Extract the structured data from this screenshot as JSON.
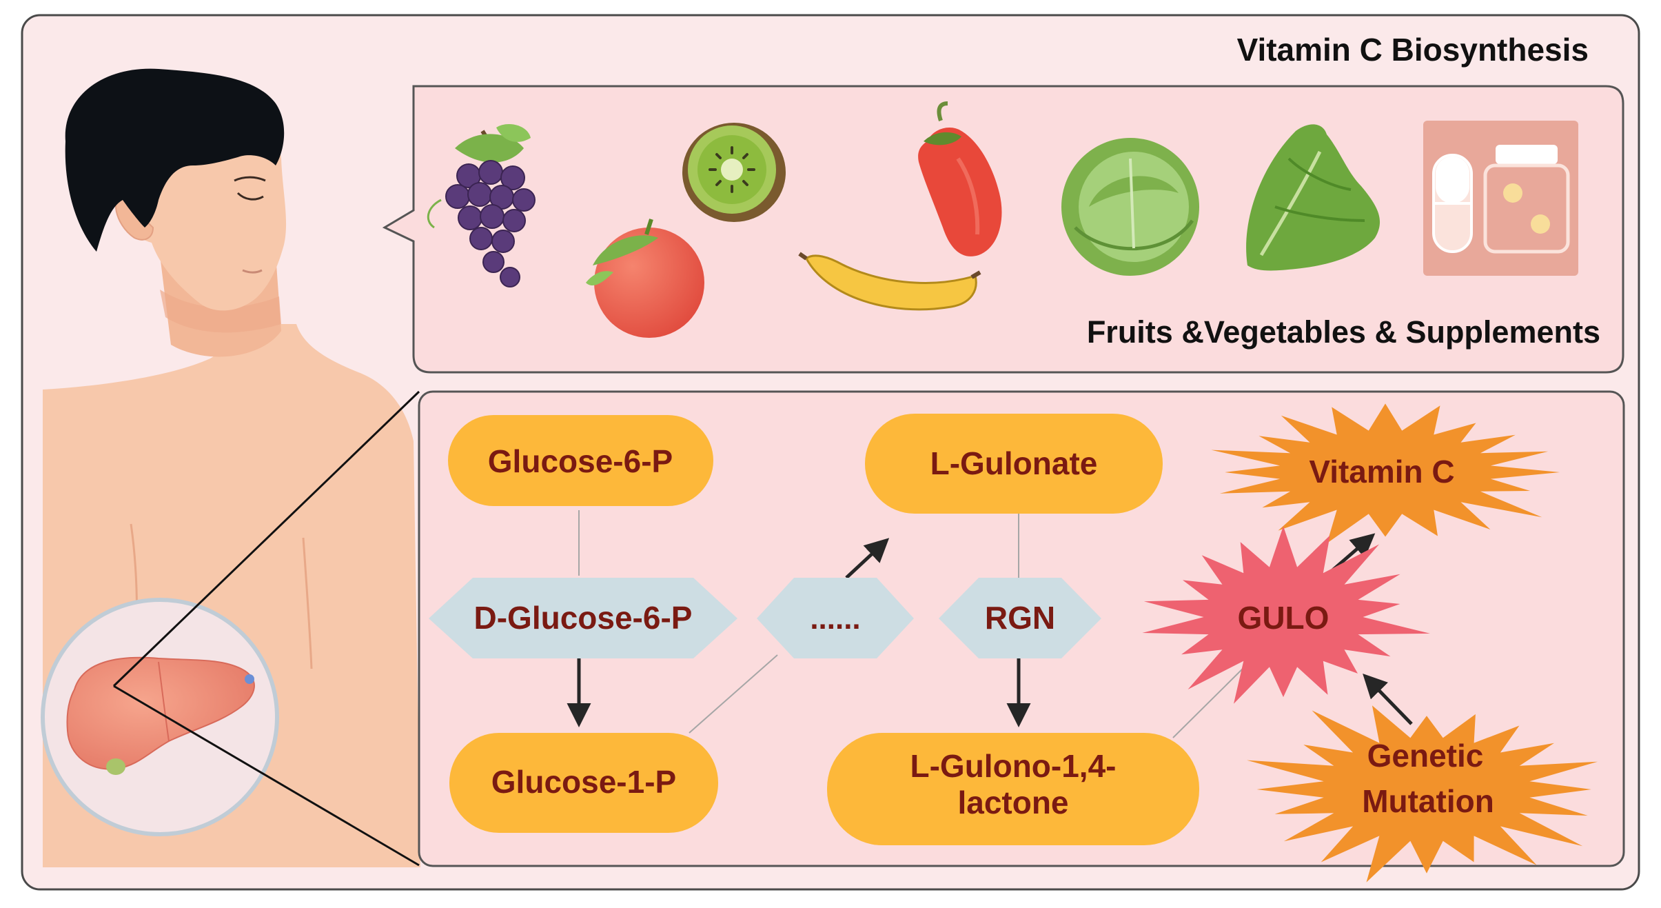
{
  "title": "Vitamin C Biosynthesis",
  "diet_caption": "Fruits &Vegetables & Supplements",
  "diet_items": [
    "grape",
    "kiwi",
    "tomato",
    "chili-pepper",
    "banana",
    "cabbage",
    "lettuce",
    "supplements"
  ],
  "pathway": {
    "glucose6p": "Glucose-6-P",
    "lgulonate": "L-Gulonate",
    "dglucose6p": "D-Glucose-6-P",
    "ellipsis": "......",
    "rgn": "RGN",
    "glucose1p": "Glucose-1-P",
    "lactone_line1": "L-Gulono-1,4-",
    "lactone_line2": "lactone",
    "vitaminc": "Vitamin C",
    "gulo": "GULO",
    "mutation_line1": "Genetic",
    "mutation_line2": "Mutation"
  },
  "colors": {
    "frame_bg": "#fbe9ea",
    "panel_bg": "#fbdcdd",
    "pill": "#fdb83a",
    "pill_text": "#7a1a12",
    "hexagon": "#cddde3",
    "burst_orange": "#f2922b",
    "burst_red": "#ee6270",
    "skin": "#f7c8ab",
    "hair": "#0d1116"
  }
}
